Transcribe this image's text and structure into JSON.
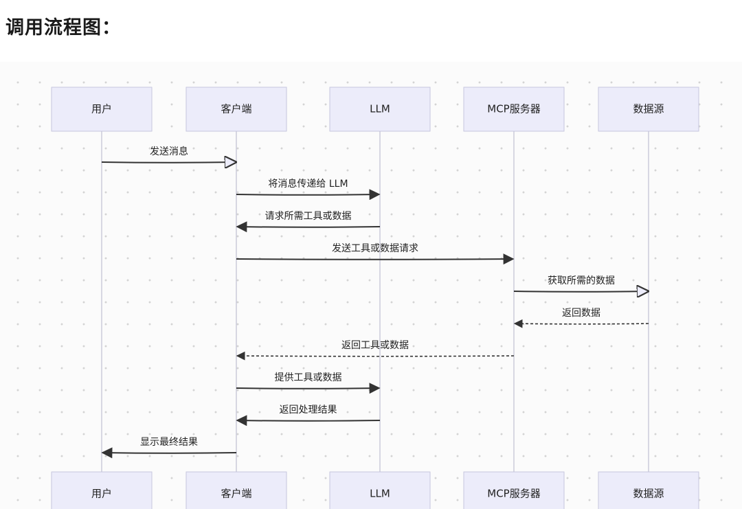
{
  "title": "调用流程图：",
  "participants": [
    {
      "id": "user",
      "label": "用户"
    },
    {
      "id": "client",
      "label": "客户端"
    },
    {
      "id": "llm",
      "label": "LLM"
    },
    {
      "id": "mcp",
      "label": "MCP服务器"
    },
    {
      "id": "datasource",
      "label": "数据源"
    }
  ],
  "messages": [
    {
      "from": "user",
      "to": "client",
      "label": "发送消息",
      "style": "solid",
      "head": "open"
    },
    {
      "from": "client",
      "to": "llm",
      "label": "将消息传递给 LLM",
      "style": "solid",
      "head": "filled"
    },
    {
      "from": "llm",
      "to": "client",
      "label": "请求所需工具或数据",
      "style": "solid",
      "head": "filled"
    },
    {
      "from": "client",
      "to": "mcp",
      "label": "发送工具或数据请求",
      "style": "solid",
      "head": "filled"
    },
    {
      "from": "mcp",
      "to": "datasource",
      "label": "获取所需的数据",
      "style": "solid",
      "head": "open"
    },
    {
      "from": "datasource",
      "to": "mcp",
      "label": "返回数据",
      "style": "dashed",
      "head": "filled"
    },
    {
      "from": "mcp",
      "to": "client",
      "label": "返回工具或数据",
      "style": "dashed",
      "head": "filled"
    },
    {
      "from": "client",
      "to": "llm",
      "label": "提供工具或数据",
      "style": "solid",
      "head": "filled"
    },
    {
      "from": "llm",
      "to": "client",
      "label": "返回处理结果",
      "style": "solid",
      "head": "filled"
    },
    {
      "from": "client",
      "to": "user",
      "label": "显示最终结果",
      "style": "solid",
      "head": "filled"
    }
  ],
  "colors": {
    "box_fill": "#ececfa",
    "line": "#333333",
    "lifeline": "#c4c4d4"
  }
}
